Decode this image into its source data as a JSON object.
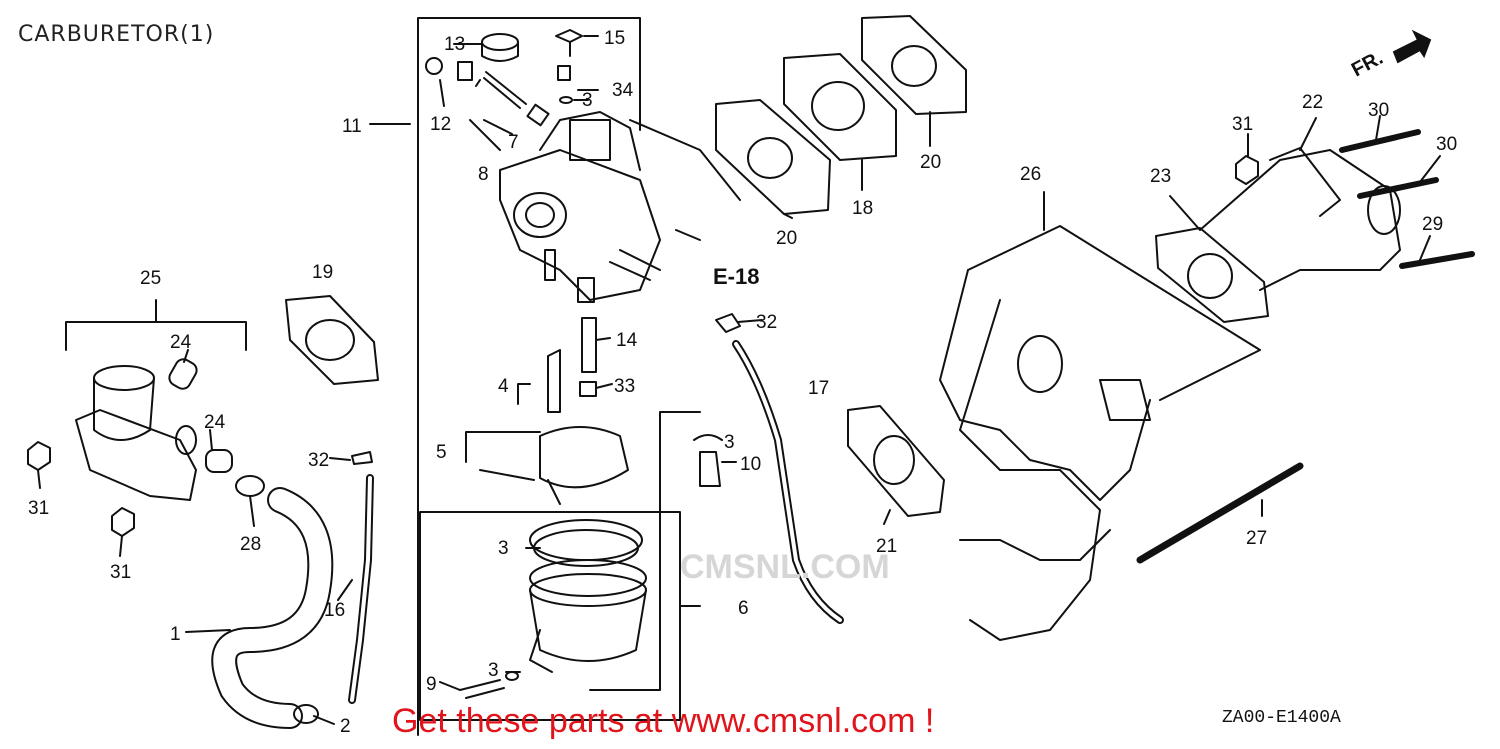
{
  "header": {
    "title": "CARBURETOR(1)"
  },
  "diagram": {
    "direction_label": "FR.",
    "reference_label": "E-18",
    "drawing_code": "ZA00-E1400A",
    "watermark": "CMSNL.COM"
  },
  "footer": {
    "promo": "Get these parts at www.cmsnl.com !"
  },
  "callouts": {
    "c1": "1",
    "c2": "2",
    "c3a": "3",
    "c3b": "3",
    "c3c": "3",
    "c3d": "3",
    "c4": "4",
    "c5": "5",
    "c6": "6",
    "c7": "7",
    "c8": "8",
    "c9": "9",
    "c10": "10",
    "c11": "11",
    "c12": "12",
    "c13": "13",
    "c14": "14",
    "c15": "15",
    "c16": "16",
    "c17": "17",
    "c18": "18",
    "c19": "19",
    "c20a": "20",
    "c20b": "20",
    "c21": "21",
    "c22": "22",
    "c23": "23",
    "c24a": "24",
    "c24b": "24",
    "c25": "25",
    "c26": "26",
    "c27": "27",
    "c28": "28",
    "c29": "29",
    "c30a": "30",
    "c30b": "30",
    "c31a": "31",
    "c31b": "31",
    "c31c": "31",
    "c32a": "32",
    "c32b": "32",
    "c33": "33",
    "c34": "34"
  }
}
